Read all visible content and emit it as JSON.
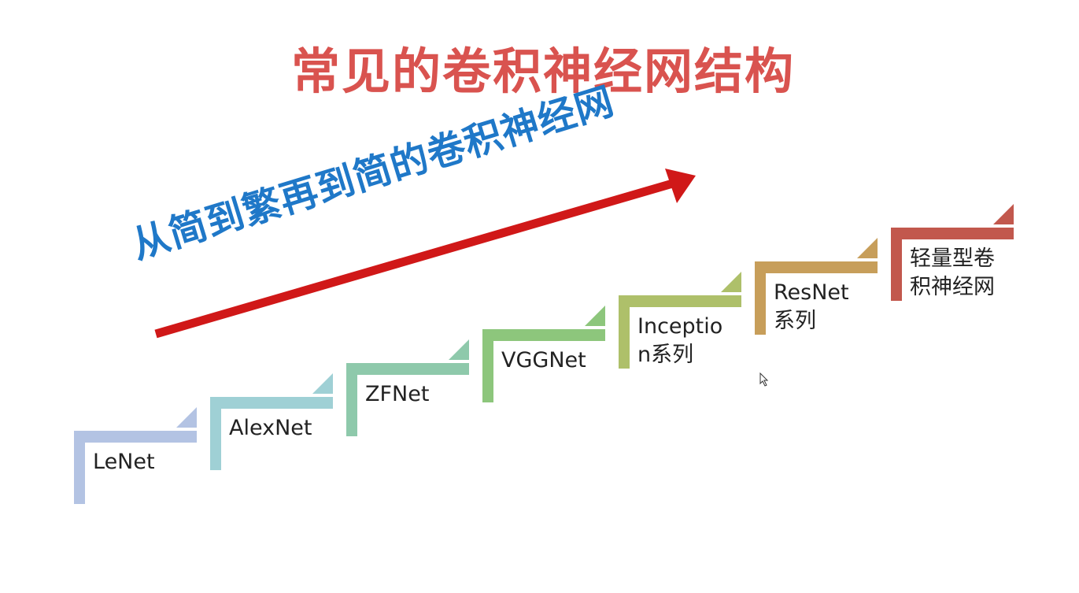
{
  "title": "常见的卷积神经网结构",
  "subtitle": "从简到繁再到简的卷积神经网",
  "colors": {
    "title": "#d9534f",
    "subtitle": "#1f78c8",
    "arrow": "#d01818"
  },
  "steps": [
    {
      "label": "LeNet",
      "color": "#b3c3e3"
    },
    {
      "label": "AlexNet",
      "color": "#9fd0d5"
    },
    {
      "label": "ZFNet",
      "color": "#8ec9ab"
    },
    {
      "label": "VGGNet",
      "color": "#8dc67c"
    },
    {
      "label": "Inceptio\nn系列",
      "color": "#aec06a"
    },
    {
      "label": "ResNet\n系列",
      "color": "#c79e5a"
    },
    {
      "label": "轻量型卷\n积神经网",
      "color": "#c2584d"
    }
  ]
}
